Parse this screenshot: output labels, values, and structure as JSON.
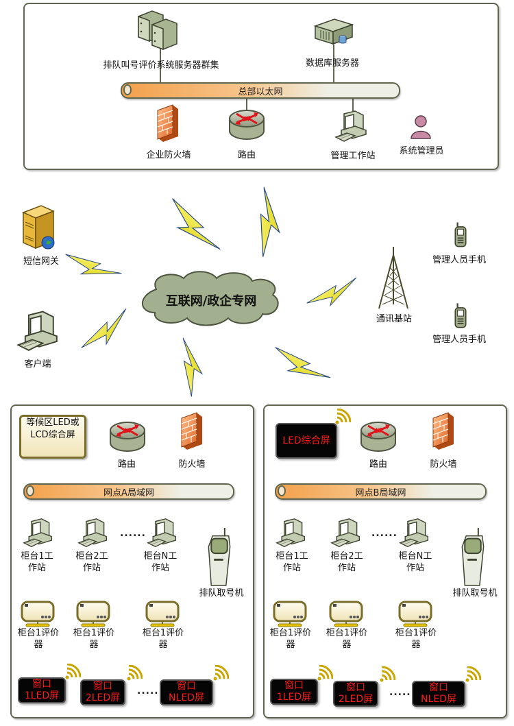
{
  "headquarters": {
    "network_label": "总部以太网",
    "nodes": {
      "server_cluster": "排队叫号评价系统服务器群集",
      "db_server": "数据库服务器",
      "firewall": "企业防火墙",
      "router": "路由",
      "mgmt_workstation": "管理工作站",
      "sys_admin": "系统管理员"
    }
  },
  "internet": {
    "cloud_label": "互联网/政企专网",
    "sms_gateway": "短信网关",
    "client": "客户端",
    "base_station": "通讯基站",
    "manager_phones": [
      "管理人员手机",
      "管理人员手机"
    ]
  },
  "branch_a": {
    "network_label": "网点A局域网",
    "display_screen": "等候区LED或LCD综合屏",
    "router": "路由",
    "firewall": "防火墙",
    "workstations": [
      "柜台1工作站",
      "柜台2工作站",
      "柜台N工作站"
    ],
    "ticket_machine": "排队取号机",
    "evaluators": [
      "柜台1评价器",
      "柜台1评价器",
      "柜台1评价器"
    ],
    "window_leds": [
      {
        "line1": "窗口",
        "line2": "1LED屏"
      },
      {
        "line1": "窗口",
        "line2": "2LED屏"
      },
      {
        "line1": "窗口",
        "line2": "NLED屏"
      }
    ],
    "ellipsis": "......"
  },
  "branch_b": {
    "network_label": "网点B局域网",
    "display_screen": "LED综合屏",
    "router": "路由",
    "firewall": "防火墙",
    "workstations": [
      "柜台1工作站",
      "柜台2工作站",
      "柜台N工作站"
    ],
    "ticket_machine": "排队取号机",
    "evaluators": [
      "柜台1评价器",
      "柜台1评价器",
      "柜台1评价器"
    ],
    "window_leds": [
      {
        "line1": "窗口",
        "line2": "1LED屏"
      },
      {
        "line1": "窗口",
        "line2": "2LED屏"
      },
      {
        "line1": "窗口",
        "line2": "NLED屏"
      }
    ],
    "ellipsis": "......"
  },
  "colors": {
    "panel_border": "#5f6650",
    "pipe_orange": "#f3a04a",
    "lightning_yellow": "#f2ee1a",
    "cloud_fill": "#a3b08f",
    "led_text": "#ff1a1a",
    "firewall_orange": "#f08a3c"
  }
}
